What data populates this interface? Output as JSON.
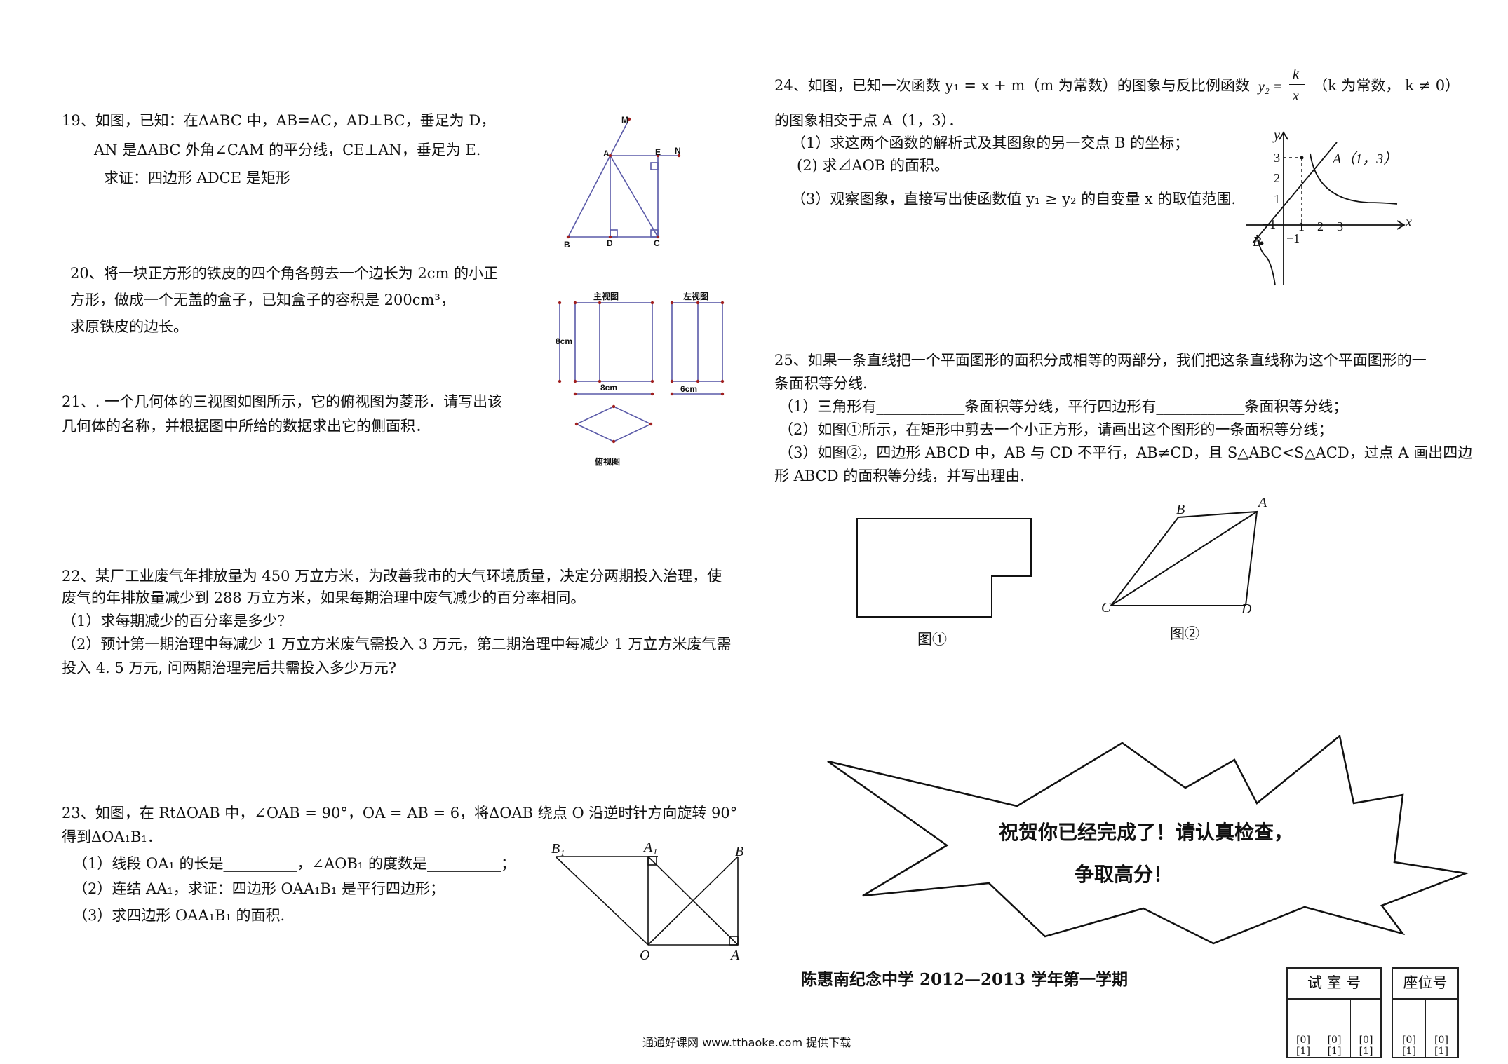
{
  "q19": {
    "lines": [
      "19、如图，已知：在ΔABC 中，AB=AC，AD⊥BC，垂足为 D，",
      "AN 是ΔABC 外角∠CAM 的平分线，CE⊥AN，垂足为 E.",
      "求证：四边形 ADCE 是矩形"
    ],
    "labels": {
      "M": "M",
      "A": "A",
      "E": "E",
      "N": "N",
      "B": "B",
      "D": "D",
      "C": "C"
    }
  },
  "q20": {
    "lines": [
      "20、将一块正方形的铁皮的四个角各剪去一个边长为 2cm 的小正",
      "方形，做成一个无盖的盒子，已知盒子的容积是 200cm³，",
      "求原铁皮的边长。"
    ]
  },
  "q21": {
    "lines": [
      "21、. 一个几何体的三视图如图所示，它的俯视图为菱形．请写出该",
      "几何体的名称，并根据图中所给的数据求出它的侧面积．"
    ],
    "labels": {
      "front": "主视图",
      "left": "左视图",
      "top": "俯视图",
      "h": "8cm",
      "w": "8cm",
      "d": "6cm"
    }
  },
  "q22": {
    "lines": [
      "22、某厂工业废气年排放量为 450 万立方米，为改善我市的大气环境质量，决定分两期投入治理，使",
      "废气的年排放量减少到 288 万立方米，如果每期治理中废气减少的百分率相同。",
      "（1）求每期减少的百分率是多少？",
      "（2）预计第一期治理中每减少 1 万立方米废气需投入 3 万元，第二期治理中每减少 1 万立方米废气需",
      "投入 4. 5 万元, 问两期治理完后共需投入多少万元?"
    ]
  },
  "q23": {
    "lines": [
      "23、如图，在 RtΔOAB 中，∠OAB = 90°，OA = AB = 6，将ΔOAB 绕点 O 沿逆时针方向旋转 90°",
      "得到ΔOA₁B₁．",
      "（1）线段 OA₁ 的长是__________，∠AOB₁ 的度数是__________；",
      "（2）连结 AA₁，求证：四边形 OAA₁B₁ 是平行四边形；",
      "（3）求四边形 OAA₁B₁ 的面积."
    ],
    "labels": {
      "B1": "B₁",
      "A1": "A₁",
      "B": "B",
      "O": "O",
      "A": "A"
    }
  },
  "q24": {
    "lines": [
      "24、如图，已知一次函数 y₁ = x + m（m 为常数）的图象与反比例函数",
      "（k 为常数，  k ≠ 0）",
      "的图象相交于点 A（1，3）．",
      "（1）求这两个函数的解析式及其图象的另一交点 B 的坐标；",
      "(2) 求⊿AOB 的面积。",
      "（3）观察图象，直接写出使函数值 y₁ ≥ y₂ 的自变量 x 的取值范围."
    ],
    "formula": {
      "lhs": "y₂ =",
      "num": "k",
      "den": "x"
    },
    "labels": {
      "y": "y",
      "x": "x",
      "A": "A（1，3）",
      "B": "B",
      "t3": "3",
      "t2": "2",
      "t1": "1",
      "tm1": "−1",
      "xm1": "−1",
      "x1": "1",
      "x2": "2",
      "x3": "3"
    }
  },
  "q25": {
    "lines": [
      "25、如果一条直线把一个平面图形的面积分成相等的两部分，我们把这条直线称为这个平面图形的一",
      "条面积等分线.",
      "（1）三角形有____________条面积等分线，平行四边形有____________条面积等分线；",
      "（2）如图①所示，在矩形中剪去一个小正方形，请画出这个图形的一条面积等分线；",
      "（3）如图②，四边形 ABCD 中，AB 与 CD 不平行，AB≠CD，且 S△ABC<S△ACD，过点 A 画出四边",
      "形 ABCD 的面积等分线，并写出理由."
    ],
    "fig1": "图①",
    "fig2": "图②",
    "labels": {
      "A": "A",
      "B": "B",
      "C": "C",
      "D": "D"
    }
  },
  "star": {
    "line1": "祝贺你已经完成了！请认真检查，",
    "line2": "争取高分！"
  },
  "school": "陈惠南纪念中学 2012—2013 学年第一学期",
  "boxes": {
    "room": "试 室 号",
    "seat": "座位号",
    "cell": "[0]\n[1]"
  },
  "footer": "通通好课网 www.tthaoke.com 提供下载"
}
